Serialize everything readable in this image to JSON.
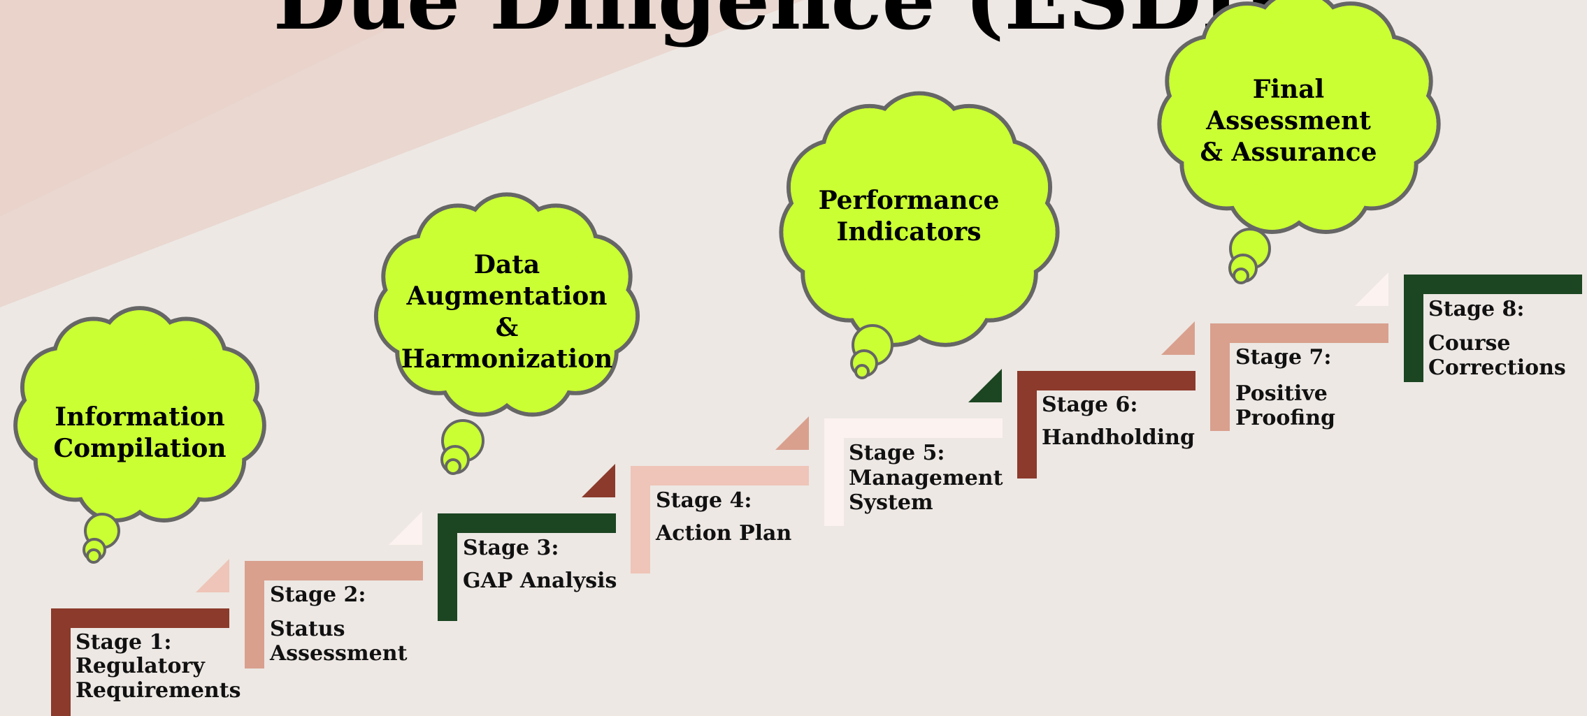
{
  "title": "Due Diligence  (ESDD)",
  "colors": {
    "background": "#ede8e4",
    "cloud_fill": "#caff33",
    "cloud_stroke": "#666666",
    "rust": "#8b3a2b",
    "pink": "#eec5b8",
    "salmon": "#d9a08e",
    "pale": "#fcf2ef",
    "forest": "#1c4522"
  },
  "stages": [
    {
      "label": "Stage 1:",
      "name": "Regulatory\nRequirements",
      "color": "rust"
    },
    {
      "label": "Stage 2:",
      "name": "Status\nAssessment",
      "color": "salmon"
    },
    {
      "label": "Stage 3:",
      "name": "GAP Analysis",
      "color": "forest"
    },
    {
      "label": "Stage 4:",
      "name": "Action Plan",
      "color": "pink"
    },
    {
      "label": "Stage 5:",
      "name": "Management\nSystem",
      "color": "pale"
    },
    {
      "label": "Stage 6:",
      "name": "Handholding",
      "color": "rust"
    },
    {
      "label": "Stage 7:",
      "name": "Positive\nProofing",
      "color": "salmon"
    },
    {
      "label": "Stage 8:",
      "name": "Course\nCorrections",
      "color": "forest"
    }
  ],
  "step_triangles": [
    "pink",
    "pale",
    "rust",
    "salmon",
    "forest",
    "salmon",
    "pale"
  ],
  "thought_clouds": [
    {
      "text": "Information\nCompilation"
    },
    {
      "text": "Data\nAugmentation\n&\nHarmonization"
    },
    {
      "text": "Performance\nIndicators"
    },
    {
      "text": "Final\nAssessment\n& Assurance"
    }
  ]
}
